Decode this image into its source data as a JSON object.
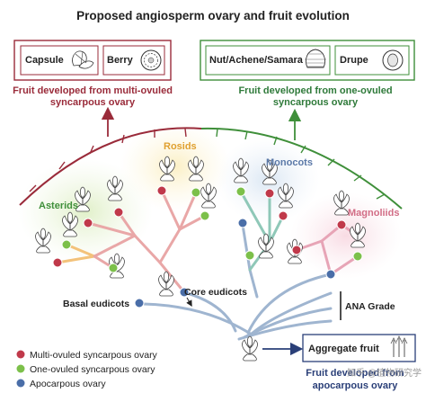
{
  "title": "Proposed angiosperm ovary and fruit evolution",
  "top_boxes": {
    "multi": {
      "capsule": "Capsule",
      "berry": "Berry"
    },
    "one": {
      "nut": "Nut/Achene/Samara",
      "drupe": "Drupe"
    }
  },
  "fruit_groups": {
    "multi": [
      "Fruit developed from multi-ovuled",
      "syncarpous ovary"
    ],
    "one": [
      "Fruit developed from one-ovuled",
      "syncarpous ovary"
    ],
    "apocarpous": [
      "Fruit developed from",
      "apocarpous ovary"
    ]
  },
  "clades": {
    "rosids": "Rosids",
    "asterids": "Asterids",
    "monocots": "Monocots",
    "magnoliids": "Magnoliids"
  },
  "nodes": {
    "basal_eudicots": "Basal eudicots",
    "core_eudicots": "Core eudicots",
    "ana_grade": "ANA Grade"
  },
  "aggregate": {
    "label": "Aggregate fruit"
  },
  "legend": {
    "items": [
      {
        "color": "#c0394a",
        "label": "Multi-ovuled syncarpous ovary"
      },
      {
        "color": "#7cc04a",
        "label": "One-ovuled syncarpous ovary"
      },
      {
        "color": "#4a6ea8",
        "label": "Apocarpous ovary"
      }
    ]
  },
  "watermark": "知乎 @植物研究学",
  "colors": {
    "multi_red": "#9a2b3a",
    "one_green": "#2f7a3a",
    "apocarpous_blue": "#2a3f78",
    "rosids": "#e0a030",
    "asterids": "#3f8f3a",
    "monocots": "#5b79a8",
    "magnoliids": "#d26d86"
  }
}
